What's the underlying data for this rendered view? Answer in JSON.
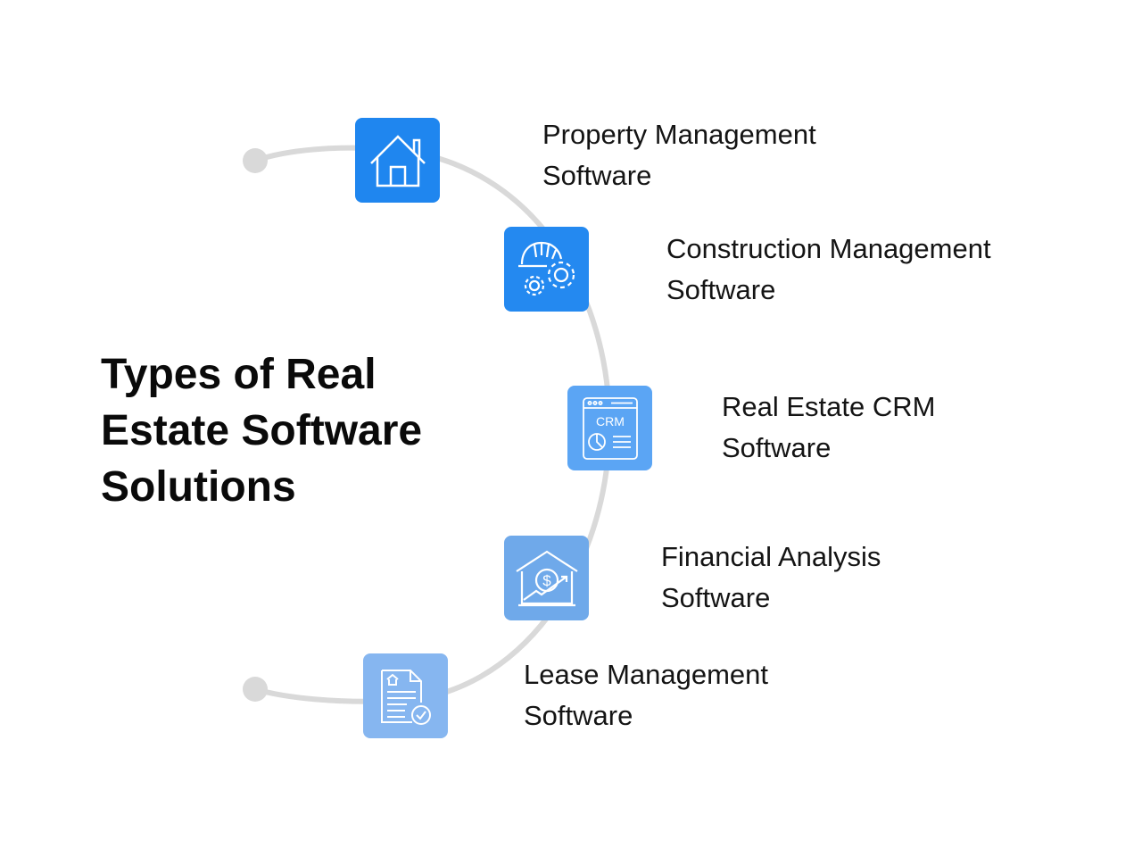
{
  "title": "Types of Real Estate Software Solutions",
  "items": [
    {
      "line1": "Property Management",
      "line2": "Software",
      "icon": "house-icon",
      "color": "#1f86ef"
    },
    {
      "line1": "Construction Management",
      "line2": "Software",
      "icon": "helmet-gears-icon",
      "color": "#2489f0"
    },
    {
      "line1": "Real Estate CRM",
      "line2": "Software",
      "icon": "crm-dashboard-icon",
      "color": "#5ba5f4",
      "icon_text": "CRM"
    },
    {
      "line1": "Financial Analysis",
      "line2": "Software",
      "icon": "house-dollar-icon",
      "color": "#6fa9ea"
    },
    {
      "line1": "Lease Management",
      "line2": "Software",
      "icon": "lease-document-icon",
      "color": "#86b6f0"
    }
  ]
}
